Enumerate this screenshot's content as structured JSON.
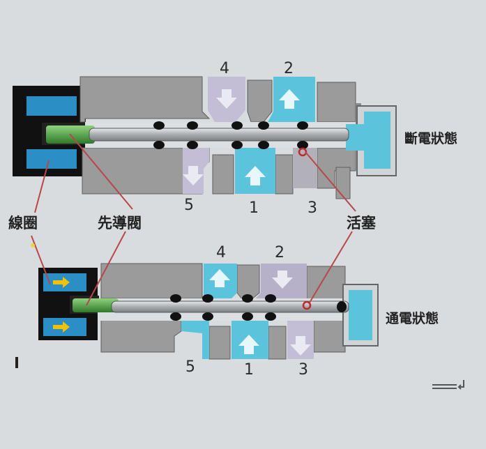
{
  "colors": {
    "background": "#d9dcde",
    "body": "#9b9b9b",
    "body_dark": "#6f6f6f",
    "blue": "#5cc3dc",
    "lavender": "#c3bdd6",
    "coil_frame": "#111111",
    "coil": "#2b8fc6",
    "pilot": "#4aa63e",
    "rod": "#b5b8bb",
    "seal": "#111111",
    "piston_marker": "#c0282d",
    "leader": "#b8474a"
  },
  "top_valve": {
    "ports_top": [
      "4",
      "2"
    ],
    "ports_bottom": [
      "5",
      "1",
      "3"
    ],
    "state_label": "斷電狀態"
  },
  "bottom_valve": {
    "ports_top": [
      "4",
      "2"
    ],
    "ports_bottom": [
      "5",
      "1",
      "3"
    ],
    "state_label": "通電狀態"
  },
  "callouts": {
    "coil": "線圈",
    "pilot_valve": "先導閥",
    "piston": "活塞"
  },
  "icons": [
    "arrow-up-icon",
    "arrow-down-icon",
    "arrow-right-icon",
    "return-arrow-icon"
  ]
}
